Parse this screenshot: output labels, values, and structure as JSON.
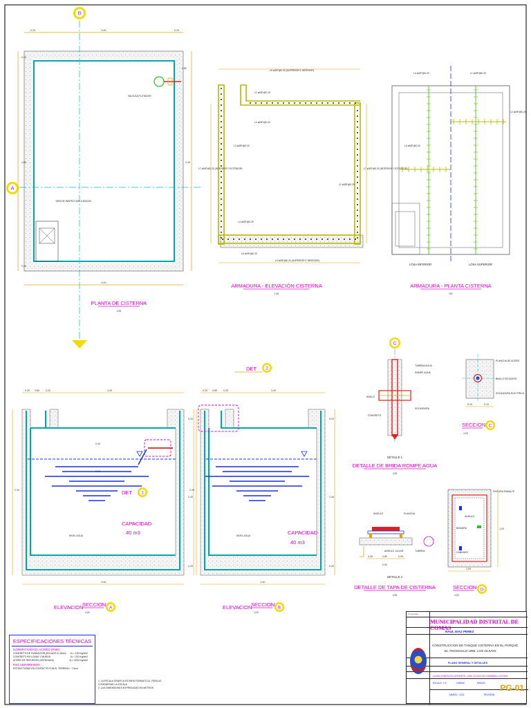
{
  "sheet": {
    "background": "#ffffff",
    "colors": {
      "wall": "#00a6a6",
      "cyan": "#1fb5c9",
      "rebar": "#b8b800",
      "magenta": "#e000d0",
      "blue": "#1a2ce8",
      "dim": "#e6a300",
      "red": "#e02020",
      "green": "#21c421"
    }
  },
  "views": {
    "plan": {
      "title": "PLANTA DE CISTERNA",
      "scale": "1/25",
      "axis_top": "B",
      "axis_left": "A",
      "dims": {
        "top_left": "0.20",
        "top_mid": "5.40",
        "top_right": "0.20",
        "left_top": "0.20",
        "left_mid": "4.00",
        "left_bottom": "0.20",
        "right_mid": "4.40",
        "right_small": "0.80",
        "bottom": "5.40"
      },
      "labels": {
        "valve": "VALVULA FLOTADOR",
        "hatch": "TAPA DE INSPECCION 0.60x0.60"
      }
    },
    "rebar_elevation": {
      "title": "ARMADURA - ELEVACIÓN CISTERNA",
      "scale": "1:25",
      "labels": {
        "top": "L5 ø3/8\"@0.20 (SUPERIOR E INFERIOR)",
        "l1": "L1 ø3/8\"@0.20",
        "l2": "L2 ø3/8\"@0.20",
        "l3": "L3 ø3/8\"@0.20",
        "left": "L7 ø3/8\"@0.20 (INTERIOR Y EXTERIOR)",
        "right": "L7 ø3/8\"@0.20 (INTERIOR Y EXTERIOR)",
        "mid": "L2 ø3/8\"@0.20",
        "l4": "L4 ø3/8\"@0.20",
        "bottom_a": "L6 ø3/8\"@0.20",
        "bottom_b": "L9 ø3/8\"@0.20 (SUPERIOR E INFERIOR)"
      }
    },
    "rebar_plan": {
      "title": "ARMADURA - PLANTA CISTERNA",
      "scale": "S/E",
      "label_left": "LOSA INFERIOR",
      "label_right": "LOSA SUPERIOR",
      "tags": {
        "l4": "L4 ø3/8\"@0.20",
        "l1": "L1 ø3/8\"@0.20",
        "l2": "L2 ø3/8\"@0.20",
        "l3": "L3 ø3/8\"@0.20"
      }
    },
    "section_a": {
      "title_left": "ELEVACION",
      "title_right": "SECCION",
      "tag": "A",
      "scale": "1/25",
      "capacity_label": "CAPACIDAD",
      "capacity_value": "40 m3",
      "det_label": "DET",
      "det_tag": "1",
      "level_label": "NIVEL AGUA",
      "dims": {
        "top_a": "0.20",
        "top_b": "0.80",
        "top_c": "0.20",
        "top_main": "4.40",
        "left": "2.20",
        "right_top": "0.20",
        "right_mid": "2.40",
        "right_bot": "0.20",
        "inner_a": "0.40",
        "inner_b": "2.00",
        "bottom": "5.40"
      }
    },
    "section_b": {
      "title_left": "ELEVACION",
      "title_right": "SECCION",
      "tag": "B",
      "scale": "1/25",
      "capacity_label": "CAPACIDAD",
      "capacity_value": "40 m3",
      "det_label": "DET",
      "det_tag": "2",
      "level_label": "NIVEL AGUA",
      "dims": {
        "top_a": "0.20",
        "top_b": "0.80",
        "top_c": "0.20",
        "top_main": "3.40",
        "left": "2.20",
        "right_top": "0.20",
        "right_mid": "2.40",
        "right_bot": "0.20",
        "bottom": "4.40"
      }
    },
    "detail1": {
      "title": "DETALLE 1",
      "subtitle": "DETALLE DE BRIDA ROMPE AGUA",
      "scale": "1/25",
      "axis_tag": "C",
      "labels": [
        "TUBERIA AGUA",
        "ROMPE AGUA",
        "SOLDADURA",
        "ANILLO",
        "CONCRETO"
      ]
    },
    "section_c": {
      "title": "SECCION",
      "tag": "C",
      "scale": "1/25",
      "labels": [
        "PLANCHA DE ACERO",
        "ANILLO DE ACERO",
        "SOLDADURA ELECTRICA"
      ],
      "dims": [
        "0.10",
        "0.10"
      ]
    },
    "detail2": {
      "title": "DETALLE 2",
      "subtitle": "DETALLE DE TAPA DE CISTERNA",
      "scale": "1/25",
      "labels": [
        "ANGULO",
        "PLANCHA",
        "ANGULO 1x1x1/8\"",
        "TUBERIA"
      ],
      "dims": [
        "0.05",
        "0.80",
        "0.05",
        "0.90"
      ]
    },
    "section_d": {
      "title": "SECCION",
      "tag": "D",
      "scale": "1/25",
      "labels": [
        "PINTURA ESMALTE",
        "ANGULO",
        "BISAGRA",
        "CANDADO"
      ],
      "dims": [
        "1.00",
        "1.00"
      ]
    }
  },
  "specs": {
    "title": "ESPECIFICACIONES TÉCNICAS",
    "section1": "NORMATIVIDAD: ACERO (RNE)",
    "rows": [
      {
        "label": "CONCRETO DE FUNDACION (SOLADO e=10cm)",
        "value": "f'c = 100 Kg/cm2"
      },
      {
        "label": "CONCRETO EN LOSAS Y MUROS",
        "value": "f'c = 210 Kg/cm2"
      },
      {
        "label": "ACERO DE REFUERZO (ASTM A615)",
        "value": "fy = 4200 Kg/cm2"
      }
    ],
    "section2": "RECUBRIMIENTO",
    "row2": "ESTRUCTURAS EN CONTACTO CON EL TERRENO : 7.5cm"
  },
  "notes": [
    "1. LA ESCALA GRAFICA ES PARA FORMATO A1, PARA A3",
    "   CONSIDERAR LA ESCALA",
    "2. LAS DIMENSIONES EXPRESADAS EN METROS"
  ],
  "titleblock": {
    "proyectista_label": "Proyectista",
    "municipality": "MUNICIPALIDAD DISTRITAL DE COMAS",
    "owner": "RAUL DIAZ PEREZ",
    "project_line1": "CONSTRUCCION DE TANQUE CISTERNA EN EL PARQUE",
    "project_line2": "EL TRIANGULO URB. LOS OLIVOS",
    "sheet_name": "PLANO GENERAL Y DETALLES",
    "location": "LA BOLOGNESI DE LA PUENTE - URB. OLIVOS DE CARABAYLLO ETAPA",
    "field_escala": "ESCALA : 1:5",
    "field_fecha": "MARZO - 2022",
    "field_lamina": "LAMINA",
    "field_dibujo": "DIBUJO",
    "field_revision": "REVISION",
    "code": "PG-01"
  }
}
